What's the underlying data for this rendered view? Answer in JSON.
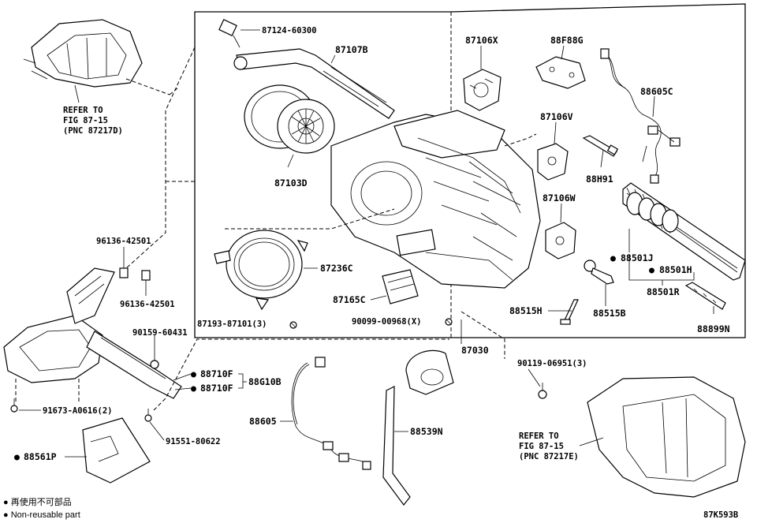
{
  "labels": {
    "p87124_60300": "87124-60300",
    "p87107B": "87107B",
    "p87106X": "87106X",
    "p88F88G": "88F88G",
    "p88605C": "88605C",
    "p87106V": "87106V",
    "p88H91": "88H91",
    "p87106W": "87106W",
    "p87103D": "87103D",
    "p87236C": "87236C",
    "p87165C": "87165C",
    "p90099_00968": "90099-00968(X)",
    "p87193_87101": "87193-87101(3)",
    "p88501J": "88501J",
    "p88501H": "88501H",
    "p88501R": "88501R",
    "p88515H": "88515H",
    "p88515B": "88515B",
    "p88899N": "88899N",
    "p87030": "87030",
    "p96136_a": "96136-42501",
    "p96136_b": "96136-42501",
    "p90159": "90159-60431",
    "p88710F_a": "88710F",
    "p88710F_b": "88710F",
    "p88G10B": "88G10B",
    "p91673": "91673-A0616(2)",
    "p91551": "91551-80622",
    "p88561P": "88561P",
    "p88605": "88605",
    "p88539N": "88539N",
    "p90119": "90119-06951(3)",
    "diagram_code": "87K593B"
  },
  "references": {
    "ref_top": [
      "REFER TO",
      "FIG 87-15",
      "(PNC 87217D)"
    ],
    "ref_bottom": [
      "REFER TO",
      "FIG 87-15",
      "(PNC 87217E)"
    ]
  },
  "legend": {
    "line1": "● 再使用不可部品",
    "line2": "● Non-reusable part"
  }
}
